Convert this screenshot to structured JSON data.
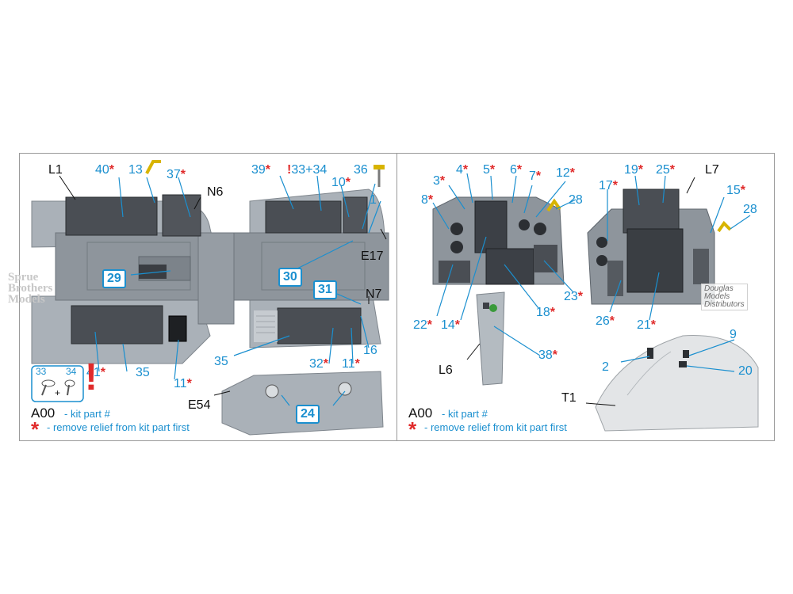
{
  "colors": {
    "accent": "#1a8fcf",
    "warning": "#e02a2a",
    "plastic": "#9ea6ad",
    "panel_dark": "#45484d",
    "frame": "#9a9a9a"
  },
  "left": {
    "parts": {
      "L1": "L1",
      "N6": "N6",
      "E17": "E17",
      "N7": "N7",
      "E54": "E54"
    },
    "callouts": {
      "c40": "40",
      "c13": "13",
      "c37": "37",
      "c39": "39",
      "c33_34": "33+34",
      "c10": "10",
      "c36": "36",
      "c1": "1",
      "c41": "41",
      "c35a": "35",
      "c11a": "11",
      "c35b": "35",
      "c32": "32",
      "c11b": "11",
      "c16": "16"
    },
    "boxed": {
      "b29": "29",
      "b30": "30",
      "b31": "31",
      "b24": "24"
    },
    "inset": {
      "n33": "33",
      "n34": "34",
      "plus": "+"
    },
    "legend": {
      "key": "A00",
      "key_text": "- kit part #",
      "star_text": "- remove relief from kit part first"
    }
  },
  "right": {
    "parts": {
      "L6": "L6",
      "L7": "L7",
      "T1": "T1"
    },
    "callouts": {
      "c3": "3",
      "c4": "4",
      "c5": "5",
      "c6": "6",
      "c7": "7",
      "c12": "12",
      "c8": "8",
      "c28a": "28",
      "c22": "22",
      "c14": "14",
      "c18": "18",
      "c23": "23",
      "c38": "38",
      "c17": "17",
      "c19": "19",
      "c25": "25",
      "c15": "15",
      "c28b": "28",
      "c26": "26",
      "c21": "21",
      "c9": "9",
      "c2": "2",
      "c20": "20"
    },
    "legend": {
      "key": "A00",
      "key_text": "- kit part #",
      "star_text": "- remove relief from kit part first"
    }
  },
  "watermarks": {
    "sbm_1": "Sprue",
    "sbm_2": "Brothers",
    "sbm_3": "Models",
    "dmd_1": "Douglas",
    "dmd_2": "Models",
    "dmd_3": "Distributors"
  },
  "marks": {
    "star": "*",
    "excl": "!"
  }
}
